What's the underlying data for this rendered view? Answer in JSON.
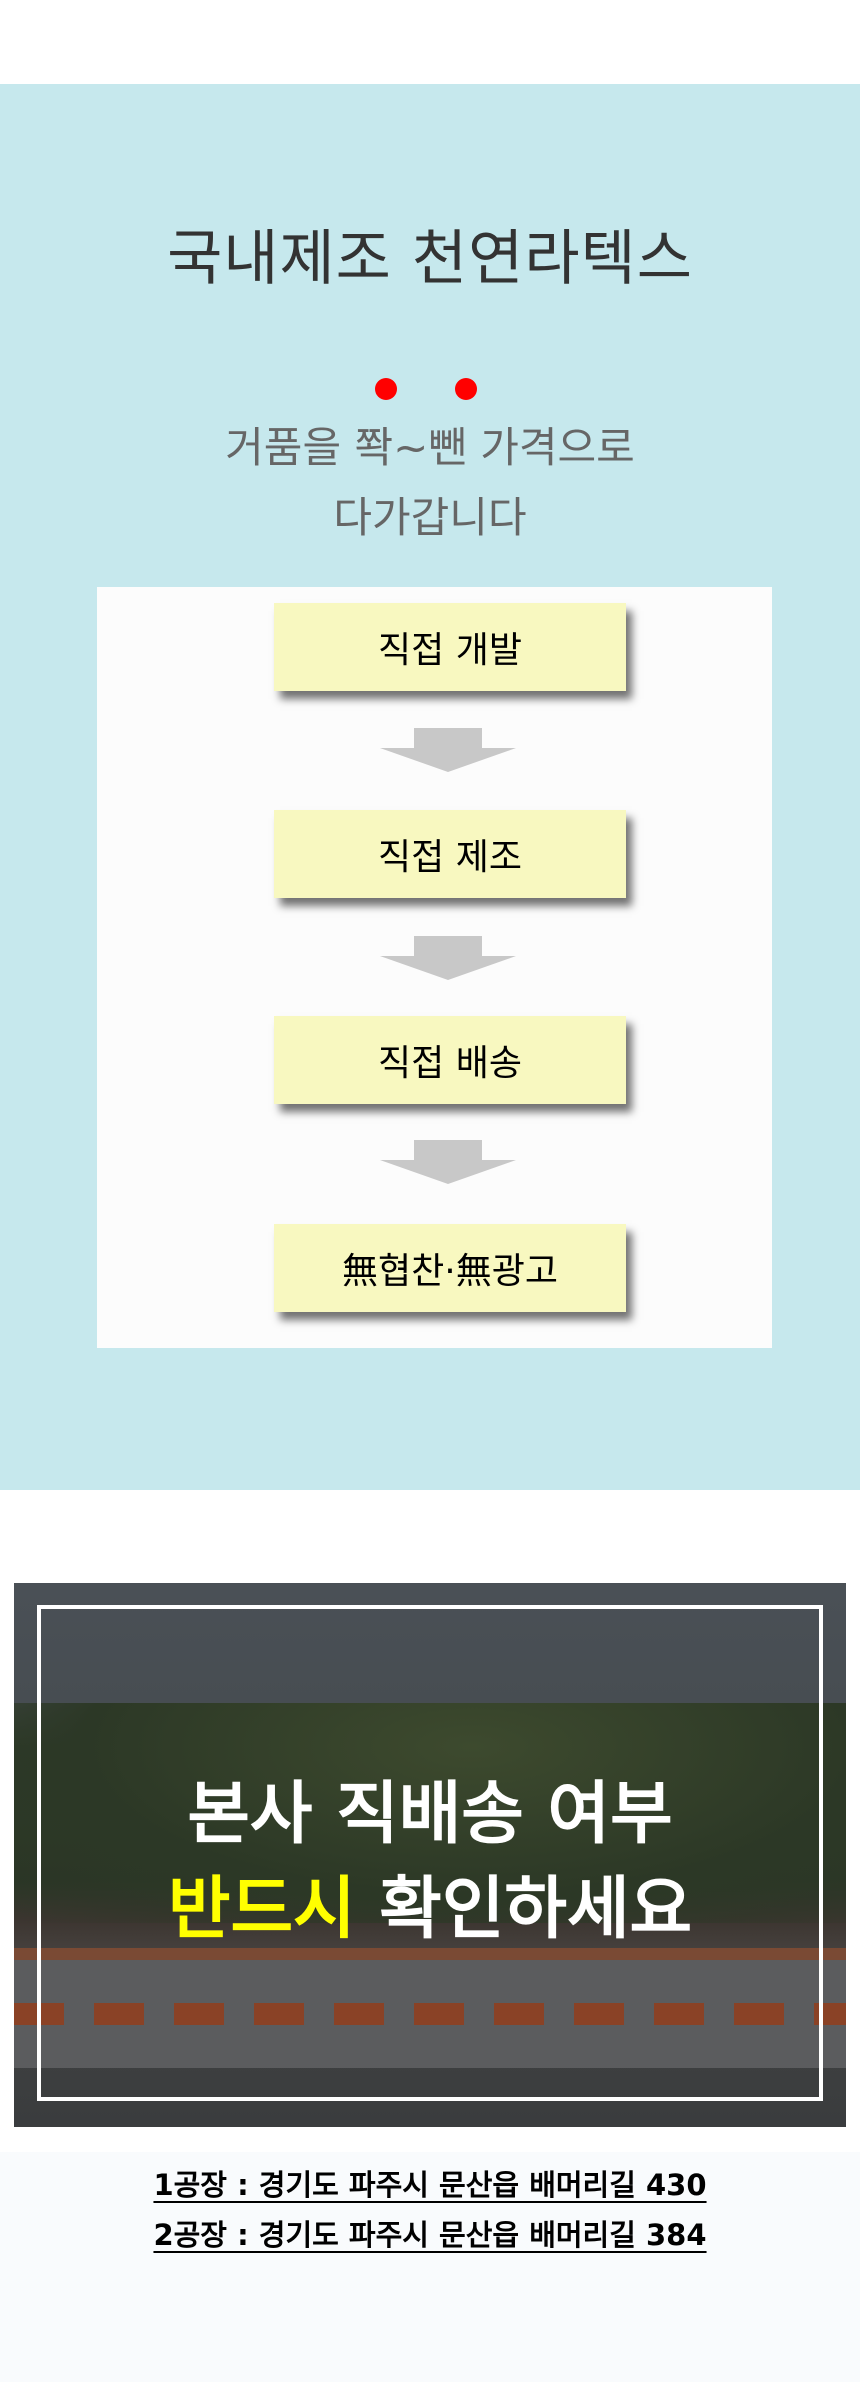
{
  "intro": {
    "title": "국내제조 천연라텍스",
    "subtitle_line1": "거품을 쫙~뺀 가격으로",
    "subtitle_line2": "다가갑니다"
  },
  "flow": {
    "steps": [
      "직접 개발",
      "직접 제조",
      "직접 배송",
      "無협찬·無광고"
    ],
    "box_color": "#f8f8c0",
    "arrow_color": "#c8c8c8"
  },
  "banner": {
    "line1": "본사 직배송 여부",
    "highlight": "반드시",
    "line2_rest": " 확인하세요",
    "highlight_color": "#ffff00"
  },
  "addresses": [
    "1공장 : 경기도 파주시 문산읍 배머리길 430",
    "2공장 : 경기도 파주시 문산읍 배머리길 384"
  ]
}
